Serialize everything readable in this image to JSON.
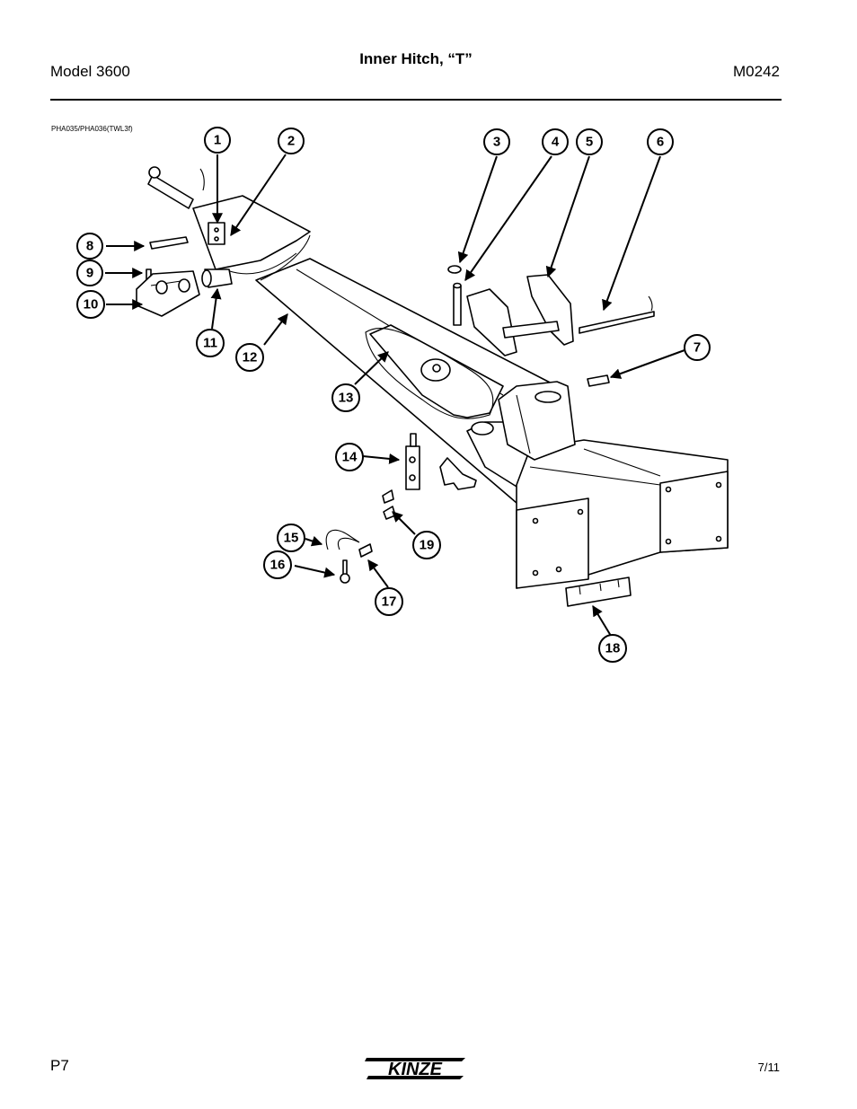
{
  "header": {
    "model": "Model 3600",
    "title": "Inner Hitch, “T”",
    "doc_number": "M0242"
  },
  "figure": {
    "code": "PHA035/PHA036(TWL3f)",
    "callouts": [
      "1",
      "2",
      "3",
      "4",
      "5",
      "6",
      "7",
      "8",
      "9",
      "10",
      "11",
      "12",
      "13",
      "14",
      "15",
      "16",
      "17",
      "18",
      "19"
    ]
  },
  "footer": {
    "page": "P7",
    "logo_text": "KINZE",
    "date": "7/11"
  }
}
